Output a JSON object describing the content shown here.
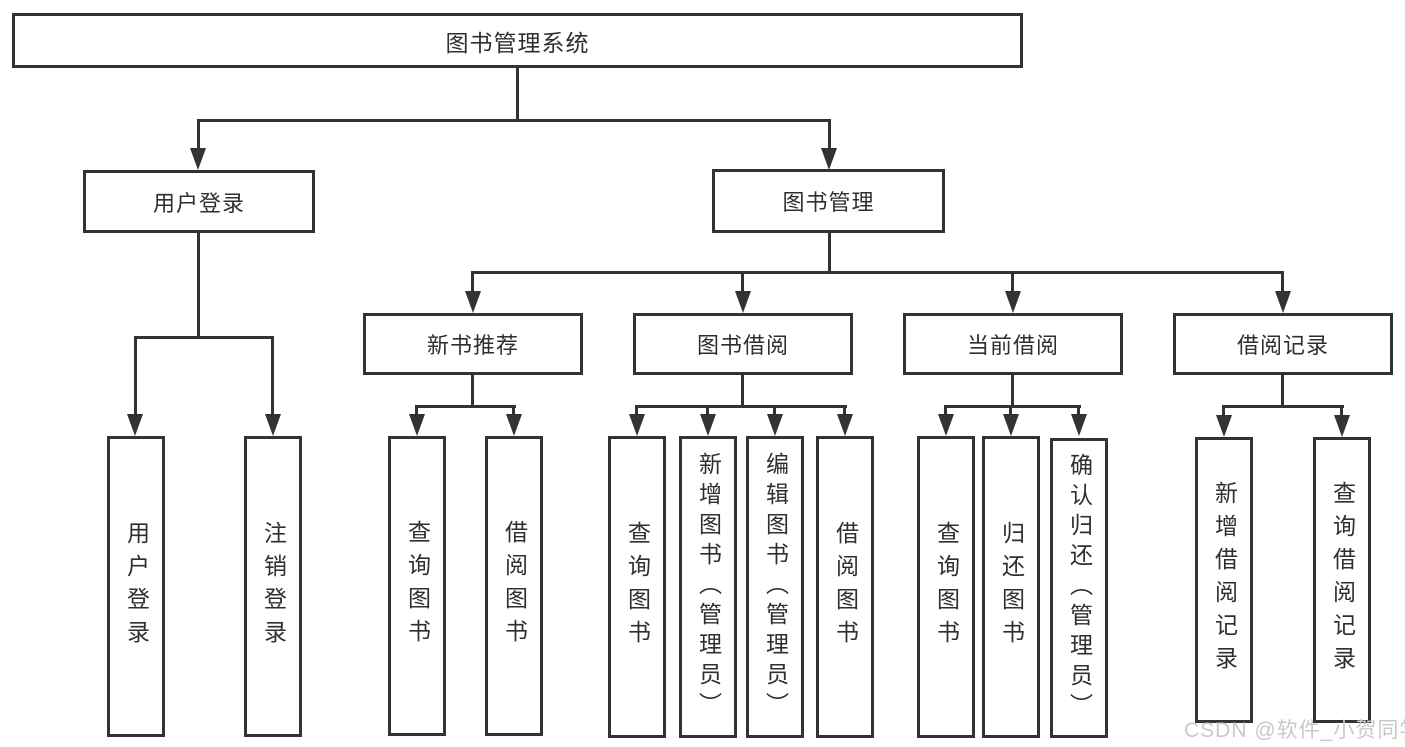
{
  "title": "图书管理系统",
  "watermark": "CSDN @软件_小贺同学",
  "colors": {
    "line": "#333333",
    "text": "#2f2f2f",
    "box_background": "#ffffff",
    "watermark": "#c9c9c9"
  },
  "tree": {
    "root": "图书管理系统",
    "children": [
      {
        "label": "用户登录",
        "children": [
          "用户登录",
          "注销登录"
        ]
      },
      {
        "label": "图书管理",
        "children": [
          {
            "label": "新书推荐",
            "children": [
              "查询图书",
              "借阅图书"
            ]
          },
          {
            "label": "图书借阅",
            "children": [
              "查询图书",
              "新增图书（管理员）",
              "编辑图书（管理员）",
              "借阅图书"
            ]
          },
          {
            "label": "当前借阅",
            "children": [
              "查询图书",
              "归还图书",
              "确认归还（管理员）"
            ]
          },
          {
            "label": "借阅记录",
            "children": [
              "新增借阅记录",
              "查询借阅记录"
            ]
          }
        ]
      }
    ]
  }
}
